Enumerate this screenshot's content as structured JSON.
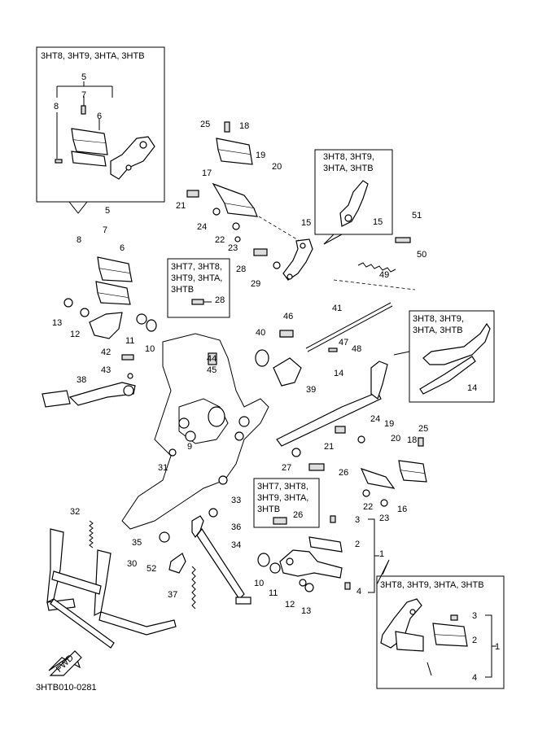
{
  "box_titles": {
    "top_left": "3HT8, 3HT9, 3HTA, 3HTB",
    "top_mid_1": "3HT8, 3HT9,",
    "top_mid_2": "3HTA, 3HTB",
    "mid_left_1": "3HT7, 3HT8,",
    "mid_left_2": "3HT9, 3HTA,",
    "mid_left_3": "3HTB",
    "right_1": "3HT8, 3HT9,",
    "right_2": "3HTA, 3HTB",
    "lower_mid_1": "3HT7, 3HT8,",
    "lower_mid_2": "3HT9, 3HTA,",
    "lower_mid_3": "3HTB",
    "bottom_right": "3HT8, 3HT9, 3HTA, 3HTB"
  },
  "diagram_code": "3HTB010-0281",
  "fwd_label": "FWD",
  "labels": [
    "5",
    "7",
    "8",
    "6",
    "25",
    "18",
    "19",
    "20",
    "17",
    "21",
    "24",
    "22",
    "23",
    "15",
    "15",
    "51",
    "50",
    "49",
    "5",
    "7",
    "8",
    "6",
    "13",
    "12",
    "11",
    "10",
    "28",
    "29",
    "28",
    "46",
    "41",
    "47",
    "48",
    "40",
    "44",
    "45",
    "42",
    "43",
    "38",
    "39",
    "14",
    "14",
    "9",
    "31",
    "24",
    "19",
    "20",
    "25",
    "21",
    "18",
    "27",
    "26",
    "16",
    "22",
    "23",
    "26",
    "33",
    "32",
    "36",
    "35",
    "34",
    "52",
    "30",
    "37",
    "10",
    "11",
    "12",
    "13",
    "3",
    "2",
    "1",
    "4",
    "3",
    "2",
    "1",
    "4"
  ]
}
